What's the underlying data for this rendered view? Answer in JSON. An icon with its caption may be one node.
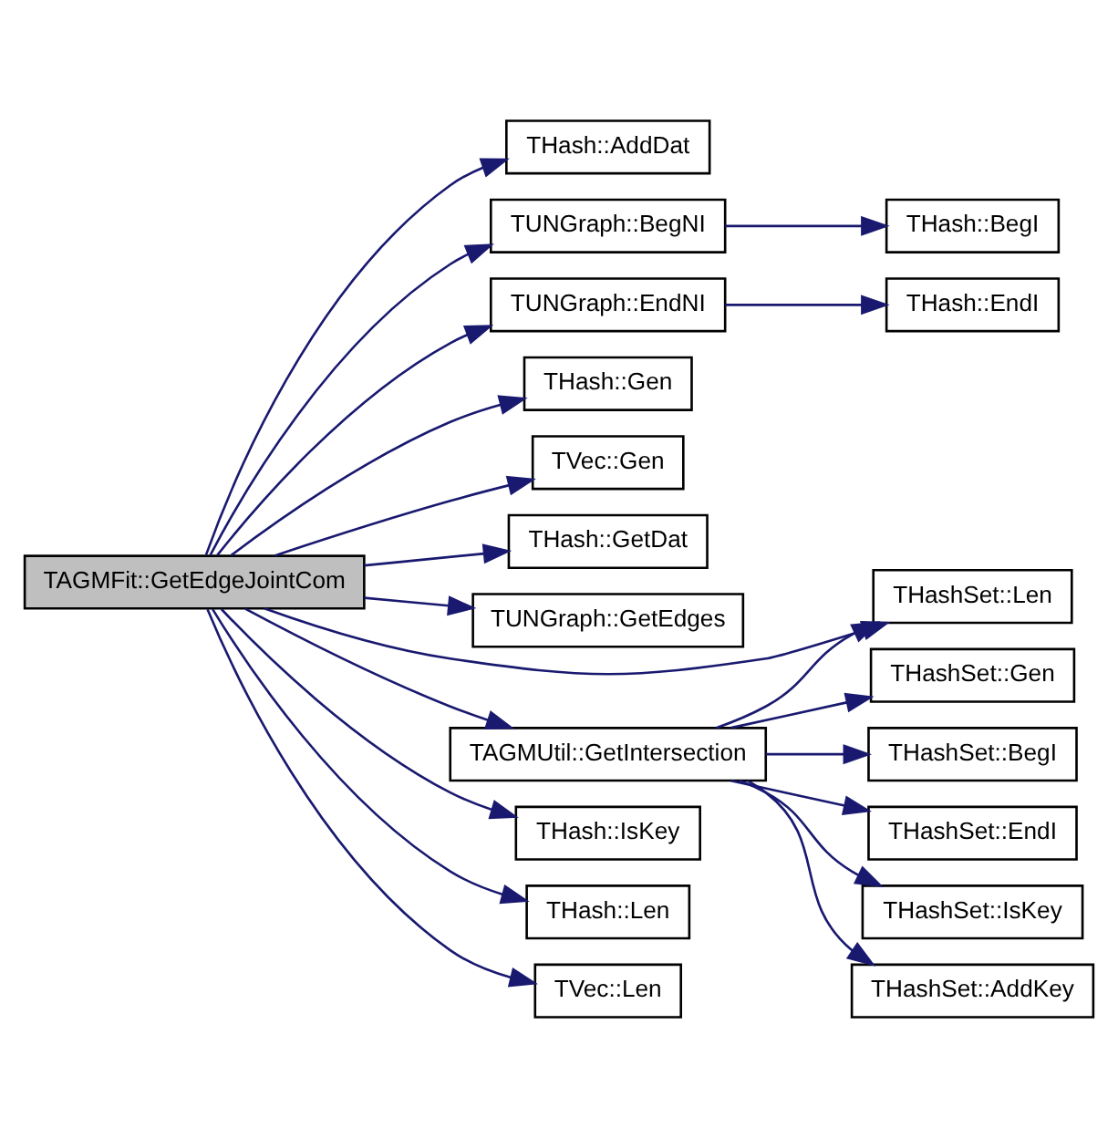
{
  "diagram": {
    "nodes": [
      {
        "text": [
          "TAGMFit::GetEdgeJointCom"
        ]
      },
      {
        "text": [
          "THash::AddDat"
        ]
      },
      {
        "text": [
          "TUNGraph::BegNI"
        ]
      },
      {
        "text": [
          "THash::BegI"
        ]
      },
      {
        "text": [
          "TUNGraph::EndNI"
        ]
      },
      {
        "text": [
          "THash::EndI"
        ]
      },
      {
        "text": [
          "THash::Gen"
        ]
      },
      {
        "text": [
          "TVec::Gen"
        ]
      },
      {
        "text": [
          "THash::GetDat"
        ]
      },
      {
        "text": [
          "TUNGraph::GetEdges"
        ]
      },
      {
        "text": [
          "THashSet::Len"
        ]
      },
      {
        "text": [
          "TAGMUtil::GetIntersection"
        ]
      },
      {
        "text": [
          "THashSet::Gen"
        ]
      },
      {
        "text": [
          "THashSet::BegI"
        ]
      },
      {
        "text": [
          "THashSet::EndI"
        ]
      },
      {
        "text": [
          "THashSet::IsKey"
        ]
      },
      {
        "text": [
          "THashSet::AddKey"
        ]
      },
      {
        "text": [
          "THash::IsKey"
        ]
      },
      {
        "text": [
          "THash::Len"
        ]
      },
      {
        "text": [
          "TVec::Len"
        ]
      }
    ],
    "edges": [
      {
        "from": 0,
        "to": 1,
        "arrow": "to"
      },
      {
        "from": 0,
        "to": 2,
        "arrow": "to"
      },
      {
        "from": 2,
        "to": 3,
        "arrow": "to"
      },
      {
        "from": 0,
        "to": 4,
        "arrow": "to"
      },
      {
        "from": 4,
        "to": 5,
        "arrow": "to"
      },
      {
        "from": 0,
        "to": 6,
        "arrow": "to"
      },
      {
        "from": 0,
        "to": 7,
        "arrow": "to"
      },
      {
        "from": 0,
        "to": 8,
        "arrow": "to"
      },
      {
        "from": 0,
        "to": 9,
        "arrow": "to"
      },
      {
        "from": 0,
        "to": 10,
        "arrow": "to"
      },
      {
        "from": 0,
        "to": 11,
        "arrow": "to"
      },
      {
        "from": 11,
        "to": 10,
        "arrow": "to"
      },
      {
        "from": 11,
        "to": 12,
        "arrow": "to"
      },
      {
        "from": 11,
        "to": 13,
        "arrow": "to"
      },
      {
        "from": 11,
        "to": 14,
        "arrow": "to"
      },
      {
        "from": 11,
        "to": 15,
        "arrow": "to"
      },
      {
        "from": 11,
        "to": 16,
        "arrow": "to"
      },
      {
        "from": 0,
        "to": 17,
        "arrow": "to"
      },
      {
        "from": 0,
        "to": 18,
        "arrow": "to"
      },
      {
        "from": 0,
        "to": 19,
        "arrow": "to"
      }
    ]
  }
}
